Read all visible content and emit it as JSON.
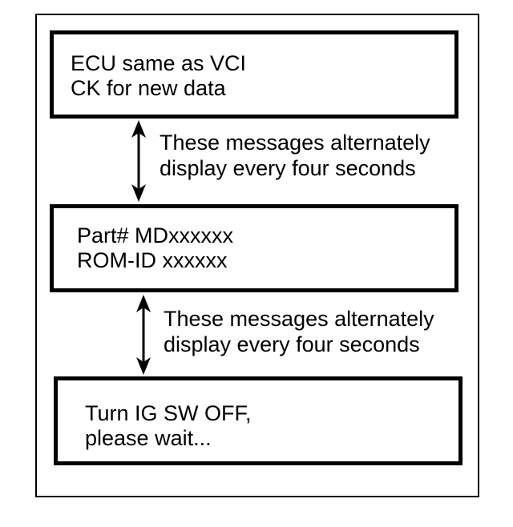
{
  "boxes": [
    {
      "line1": "ECU same as VCI",
      "line2": "CK for new data"
    },
    {
      "line1": "Part# MDxxxxxx",
      "line2": "ROM-ID xxxxxx"
    },
    {
      "line1": "Turn IG SW OFF,",
      "line2": "please wait..."
    }
  ],
  "notes": [
    {
      "line1": "These messages alternately",
      "line2": "display every four seconds"
    },
    {
      "line1": "These messages alternately",
      "line2": "display every four seconds"
    }
  ]
}
